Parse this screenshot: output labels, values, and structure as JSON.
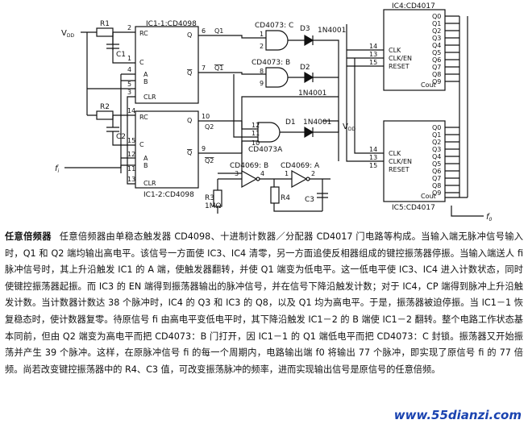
{
  "diagram": {
    "ic1_1": "IC1-1:CD4098",
    "ic1_2": "IC1-2:CD4098",
    "ic4": "IC4:CD4017",
    "ic5": "IC5:CD4017",
    "g_c": "CD4073: C",
    "g_b": "CD4073: B",
    "g_a": "CD4073A",
    "inv_b": "CD4069: B",
    "inv_a": "CD4069: A",
    "vdd1": "V",
    "vdd1_sub": "DD",
    "vdd2": "V",
    "vdd2_sub": "DD",
    "fi": "f",
    "fi_sub": "i",
    "fo": "f",
    "fo_sub": "0",
    "r1": "R1",
    "r2": "R2",
    "r3": "R3",
    "r3_val": "1MΩ",
    "r4": "R4",
    "c1": "C1",
    "c2": "C2",
    "c3": "C3",
    "d1": "D1",
    "d2": "D2",
    "d3": "D3",
    "d1_part": "1N4001",
    "d2_part": "1N4001",
    "d3_part": "1N4001",
    "pin_rc": "RC",
    "pin_c": "C",
    "pin_a": "A",
    "pin_b": "B",
    "pin_clr": "CLR",
    "pin_q": "Q",
    "pin_qbar": "Q",
    "net_q1": "Q1",
    "net_q1bar": "Q1",
    "net_q2": "Q2",
    "net_q2bar": "Q2",
    "pin_clk": "CLK",
    "pin_clken": "CLK/EN",
    "pin_reset": "RESET",
    "pin_cout": "Cout",
    "outputs": [
      "Q0",
      "Q1",
      "Q2",
      "Q3",
      "Q4",
      "Q5",
      "Q6",
      "Q7",
      "Q8",
      "Q9"
    ],
    "pins_ic1_1": [
      "2",
      "1",
      "3",
      "4",
      "5",
      "6",
      "7"
    ],
    "pins_ic1_2": [
      "14",
      "15",
      "13",
      "12",
      "11",
      "10",
      "9"
    ],
    "pins_g": [
      "1",
      "2",
      "8",
      "9",
      "12",
      "11",
      "10"
    ],
    "pins_ic4": [
      "14",
      "13",
      "15"
    ],
    "pins_ic5": [
      "14",
      "13",
      "15"
    ],
    "pins_inv": [
      "3",
      "4",
      "1",
      "2"
    ]
  },
  "caption": {
    "title": "任意倍频器",
    "body": "任意倍频器由单稳态触发器 CD4098、十进制计数器／分配器 CD4017 门电路等构成。当输入端无脉冲信号输入时，Q1 和 Q2 端均输出高电平。该信号一方面使 IC3、IC4 清零，另一方面追使反相器组成的键控振荡器停振。当输入端送人 fi 脉冲信号时，其上升沿触发 IC1 的 A 端，使触发器翻转，并使 Q1 端变为低电平。这一低电平使 IC3、IC4 进入计数状态，同时使键控振荡器起振。而 IC3 的 EN 端得到振荡器输出的脉冲信号，并在信号下降沿触发计数；对于 IC4，CP 端得到脉冲上升沿触发计数。当计数器计数达 38 个脉冲时，IC4 的 Q3 和 IC3 的 Q8，以及 Q1 均为高电平。于是，振荡器被迫停振。当 IC1－1 恢复稳态时，使计数器复零。待原信号 fi 由高电平变低电平时，其下降沿触发 IC1－2 的 B 端使 IC1－2 翻转。整个电路工作状态基本同前，但由 Q2 端变为高电平而把 CD4073：B 门打开，因 IC1－1 的 Q1 端低电平而把 CD4073：C 封锁。振荡器又开始振荡并产生 39 个脉冲。这样，在原脉冲信号 fi 的每一个周期内，电路输出端 f0 将输出 77 个脉冲，即实现了原信号 fi 的 77 倍频。尚若改变键控振荡器中的 R4、C3 值，可改变振荡脉冲的频率，进而实现输出信号是原信号的任意倍频。"
  },
  "watermark": "www.55dianzi.com"
}
